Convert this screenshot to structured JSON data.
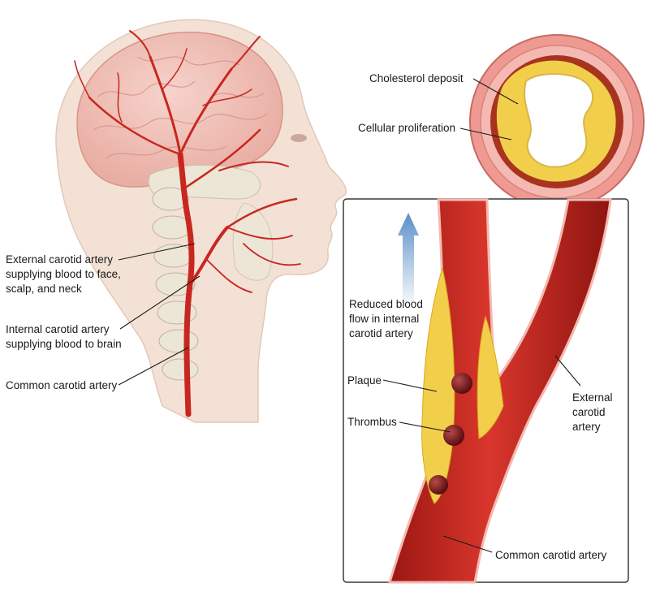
{
  "labels": {
    "cholesterol_deposit": "Cholesterol deposit",
    "cellular_proliferation": "Cellular proliferation",
    "external_carotid_supply": "External carotid artery\nsupplying blood to face,\nscalp, and neck",
    "internal_carotid_supply": "Internal carotid artery\nsupplying blood to brain",
    "common_carotid_left": "Common carotid artery",
    "reduced_flow": "Reduced blood\nflow in internal\ncarotid artery",
    "plaque": "Plaque",
    "thrombus": "Thrombus",
    "external_carotid_right": "External\ncarotid\nartery",
    "common_carotid_inset": "Common carotid artery"
  },
  "colors": {
    "artery_red": "#c8261f",
    "artery_dark": "#8e1410",
    "plaque_yellow": "#f2cf4a",
    "skin": "#f3e1d6",
    "brain": "#f0bfb6",
    "bone": "#ece6d6",
    "flow_arrow": "#5b8fc9",
    "frame": "#3a3a3a"
  }
}
